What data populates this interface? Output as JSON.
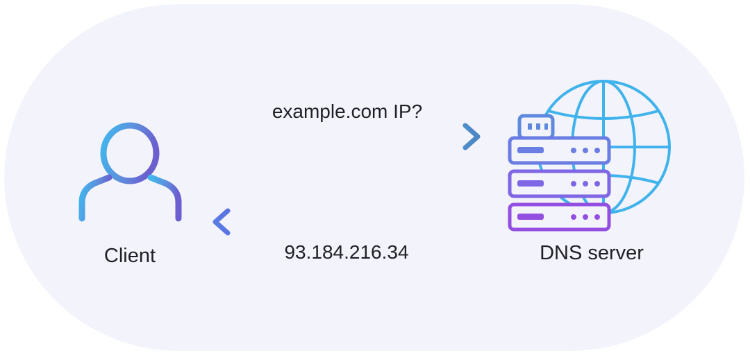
{
  "nodes": {
    "client": {
      "label": "Client",
      "icon": "user-icon"
    },
    "server": {
      "label": "DNS server",
      "icon": "server-globe-icon"
    }
  },
  "messages": {
    "request": {
      "text": "example.com IP?",
      "direction": "client-to-server"
    },
    "response": {
      "text": "93.184.216.34",
      "direction": "server-to-client"
    }
  },
  "colors": {
    "background": "#f3f3fc",
    "arrow_request": "#4f8cc9",
    "arrow_response": "#5b73e0",
    "gradient_start": "#3fb8ee",
    "gradient_mid": "#6a76e6",
    "gradient_end": "#9b4ee0",
    "text": "#1f1f24"
  }
}
